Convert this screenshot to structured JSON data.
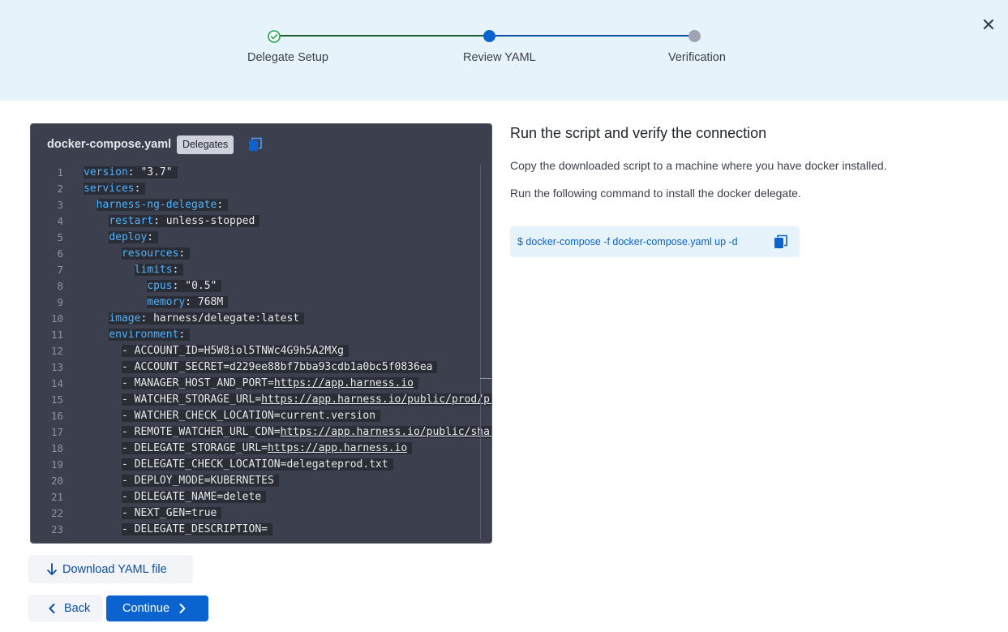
{
  "stepper": {
    "steps": [
      {
        "label": "Delegate Setup",
        "status": "complete"
      },
      {
        "label": "Review YAML",
        "status": "current"
      },
      {
        "label": "Verification",
        "status": "pending"
      }
    ]
  },
  "yaml": {
    "filename": "docker-compose.yaml",
    "badge": "Delegates",
    "lines": [
      {
        "n": "1",
        "indent": "",
        "key": "version",
        "sep": ": ",
        "value": "\"3.7\""
      },
      {
        "n": "2",
        "indent": "",
        "key": "services",
        "sep": ":",
        "value": ""
      },
      {
        "n": "3",
        "indent": "  ",
        "key": "harness-ng-delegate",
        "sep": ":",
        "value": ""
      },
      {
        "n": "4",
        "indent": "    ",
        "key": "restart",
        "sep": ": ",
        "value": "unless-stopped"
      },
      {
        "n": "5",
        "indent": "    ",
        "key": "deploy",
        "sep": ":",
        "value": ""
      },
      {
        "n": "6",
        "indent": "      ",
        "key": "resources",
        "sep": ":",
        "value": ""
      },
      {
        "n": "7",
        "indent": "        ",
        "key": "limits",
        "sep": ":",
        "value": ""
      },
      {
        "n": "8",
        "indent": "          ",
        "key": "cpus",
        "sep": ": ",
        "value": "\"0.5\""
      },
      {
        "n": "9",
        "indent": "          ",
        "key": "memory",
        "sep": ": ",
        "value": "768M"
      },
      {
        "n": "10",
        "indent": "    ",
        "key": "image",
        "sep": ": ",
        "value": "harness/delegate:latest"
      },
      {
        "n": "11",
        "indent": "    ",
        "key": "environment",
        "sep": ":",
        "value": ""
      },
      {
        "n": "12",
        "indent": "      ",
        "key": "",
        "sep": "",
        "value": "- ACCOUNT_ID=H5W8iol5TNWc4G9h5A2MXg"
      },
      {
        "n": "13",
        "indent": "      ",
        "key": "",
        "sep": "",
        "value": "- ACCOUNT_SECRET=d229ee88bf7bba93cdb1a0bc5f0836ea"
      },
      {
        "n": "14",
        "indent": "      ",
        "key": "",
        "sep": "",
        "value": "- MANAGER_HOST_AND_PORT=",
        "url": "https://app.harness.io"
      },
      {
        "n": "15",
        "indent": "      ",
        "key": "",
        "sep": "",
        "value": "- WATCHER_STORAGE_URL=",
        "url": "https://app.harness.io/public/prod/pr"
      },
      {
        "n": "16",
        "indent": "      ",
        "key": "",
        "sep": "",
        "value": "- WATCHER_CHECK_LOCATION=current.version"
      },
      {
        "n": "17",
        "indent": "      ",
        "key": "",
        "sep": "",
        "value": "- REMOTE_WATCHER_URL_CDN=",
        "url": "https://app.harness.io/public/shar"
      },
      {
        "n": "18",
        "indent": "      ",
        "key": "",
        "sep": "",
        "value": "- DELEGATE_STORAGE_URL=",
        "url": "https://app.harness.io"
      },
      {
        "n": "19",
        "indent": "      ",
        "key": "",
        "sep": "",
        "value": "- DELEGATE_CHECK_LOCATION=delegateprod.txt"
      },
      {
        "n": "20",
        "indent": "      ",
        "key": "",
        "sep": "",
        "value": "- DEPLOY_MODE=KUBERNETES"
      },
      {
        "n": "21",
        "indent": "      ",
        "key": "",
        "sep": "",
        "value": "- DELEGATE_NAME=delete"
      },
      {
        "n": "22",
        "indent": "      ",
        "key": "",
        "sep": "",
        "value": "- NEXT_GEN=true"
      },
      {
        "n": "23",
        "indent": "      ",
        "key": "",
        "sep": "",
        "value": "- DELEGATE_DESCRIPTION="
      }
    ]
  },
  "instructions": {
    "heading": "Run the script and verify the connection",
    "para1": "Copy the downloaded script to a machine where you have docker installed.",
    "para2": "Run the following command to install the docker delegate.",
    "command": "$ docker-compose -f docker-compose.yaml up -d"
  },
  "buttons": {
    "download": "Download YAML file",
    "back": "Back",
    "continue": "Continue"
  },
  "icons": {
    "close": "close-icon",
    "copy": "copy-icon",
    "download": "arrow-down-icon",
    "back": "chevron-left-icon",
    "continue": "chevron-right-icon",
    "complete": "check-circle-icon"
  },
  "colors": {
    "accent": "#0b63cf",
    "header_bg": "#e6f3fb",
    "complete": "#1fa64a",
    "code_bg": "#3c3f4e",
    "code_key": "#4db3ff"
  }
}
